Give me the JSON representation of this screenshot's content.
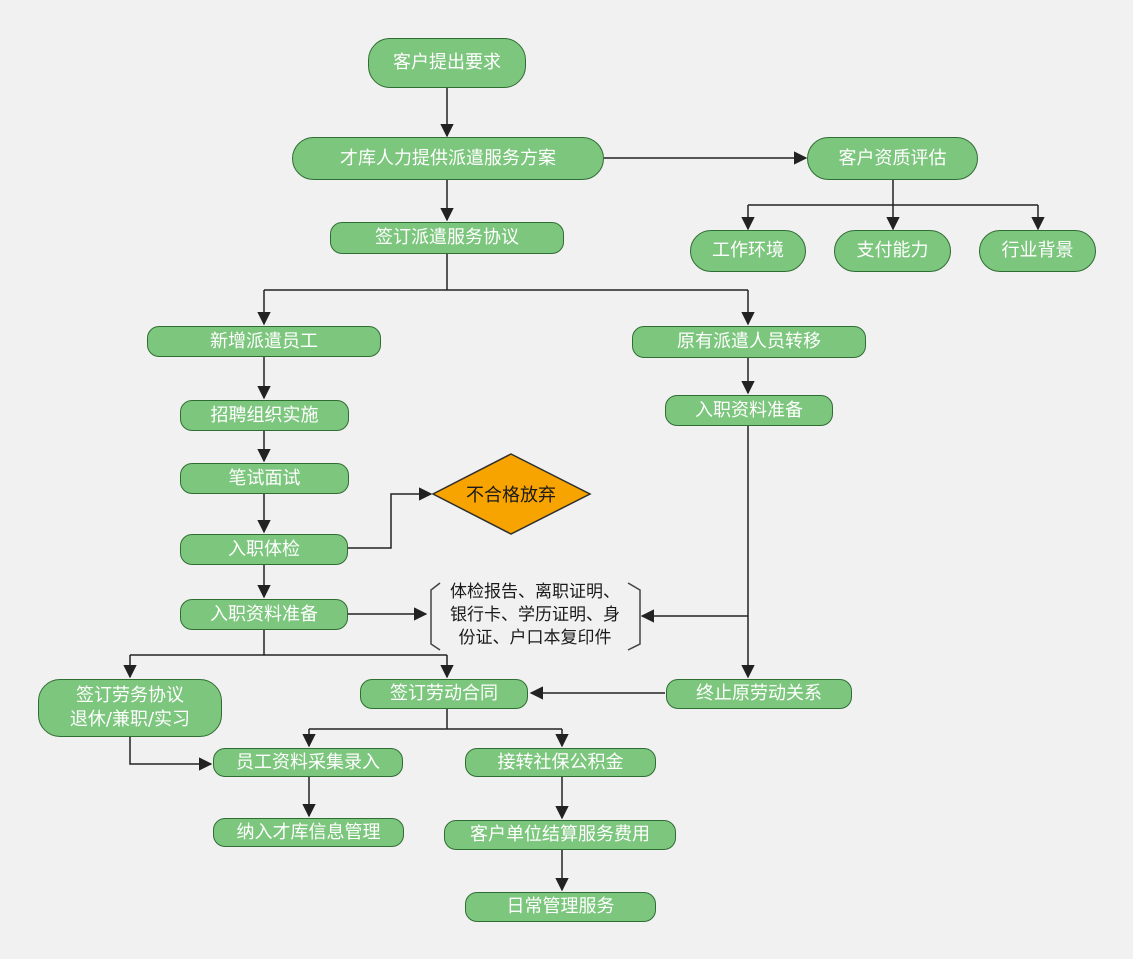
{
  "nodes": {
    "request": "客户提出要求",
    "plan": "才库人力提供派遣服务方案",
    "qualify": "客户资质评估",
    "work_env": "工作环境",
    "pay_ability": "支付能力",
    "industry": "行业背景",
    "agreement": "签订派遣服务协议",
    "new_staff": "新增派遣员工",
    "transfer": "原有派遣人员转移",
    "recruit": "招聘组织实施",
    "entry_docs_right": "入职资料准备",
    "interview": "笔试面试",
    "reject": "不合格放弃",
    "medical": "入职体检",
    "entry_docs_left": "入职资料准备",
    "docs_list": "体检报告、离职证明、\n银行卡、学历证明、身\n份证、户口本复印件",
    "labor_service": "签订劳务协议\n退休/兼职/实习",
    "labor_contract": "签订劳动合同",
    "terminate": "终止原劳动关系",
    "data_entry": "员工资料采集录入",
    "social_security": "接转社保公积金",
    "info_mgmt": "纳入才库信息管理",
    "settlement": "客户单位结算服务费用",
    "daily_service": "日常管理服务"
  },
  "colors": {
    "node_fill": "#7dc67e",
    "node_border": "#2f6e33",
    "decision_fill": "#f7a300",
    "edge": "#222222",
    "background": "#f1f1f1"
  }
}
